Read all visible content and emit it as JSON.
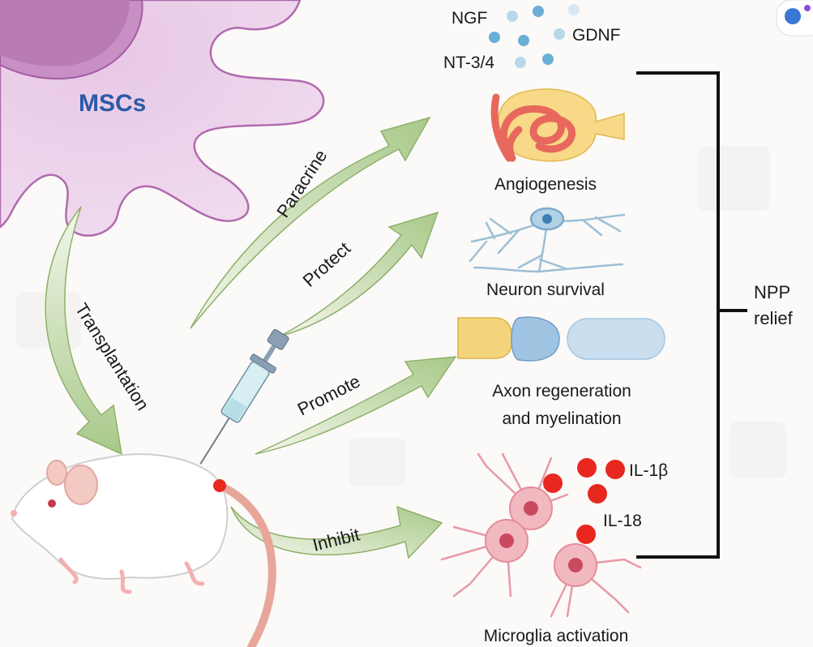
{
  "cell_label": "MSCs",
  "routes": {
    "transplantation": "Transplantation",
    "paracrine": "Paracrine",
    "protect": "Protect",
    "promote": "Promote",
    "inhibit": "Inhibit"
  },
  "factors": {
    "ngf": "NGF",
    "gdnf": "GDNF",
    "nt34": "NT-3/4"
  },
  "effects": {
    "angiogenesis": "Angiogenesis",
    "neuron_survival": "Neuron survival",
    "axon_line1": "Axon regeneration",
    "axon_line2": "and myelination",
    "microglia": "Microglia activation"
  },
  "cytokines": {
    "il1b": "IL-1β",
    "il18": "IL-18"
  },
  "outcome": {
    "line1": "NPP",
    "line2": "relief"
  },
  "colors": {
    "msc_fill": "#e8cbe6",
    "msc_stroke": "#b06aae",
    "msc_label": "#2b5aa8",
    "arrow_fill": "#c4d9a6",
    "arrow_stroke": "#8fb06a",
    "cytokine": "#e8281f",
    "microglia": "#f2b8bf"
  }
}
